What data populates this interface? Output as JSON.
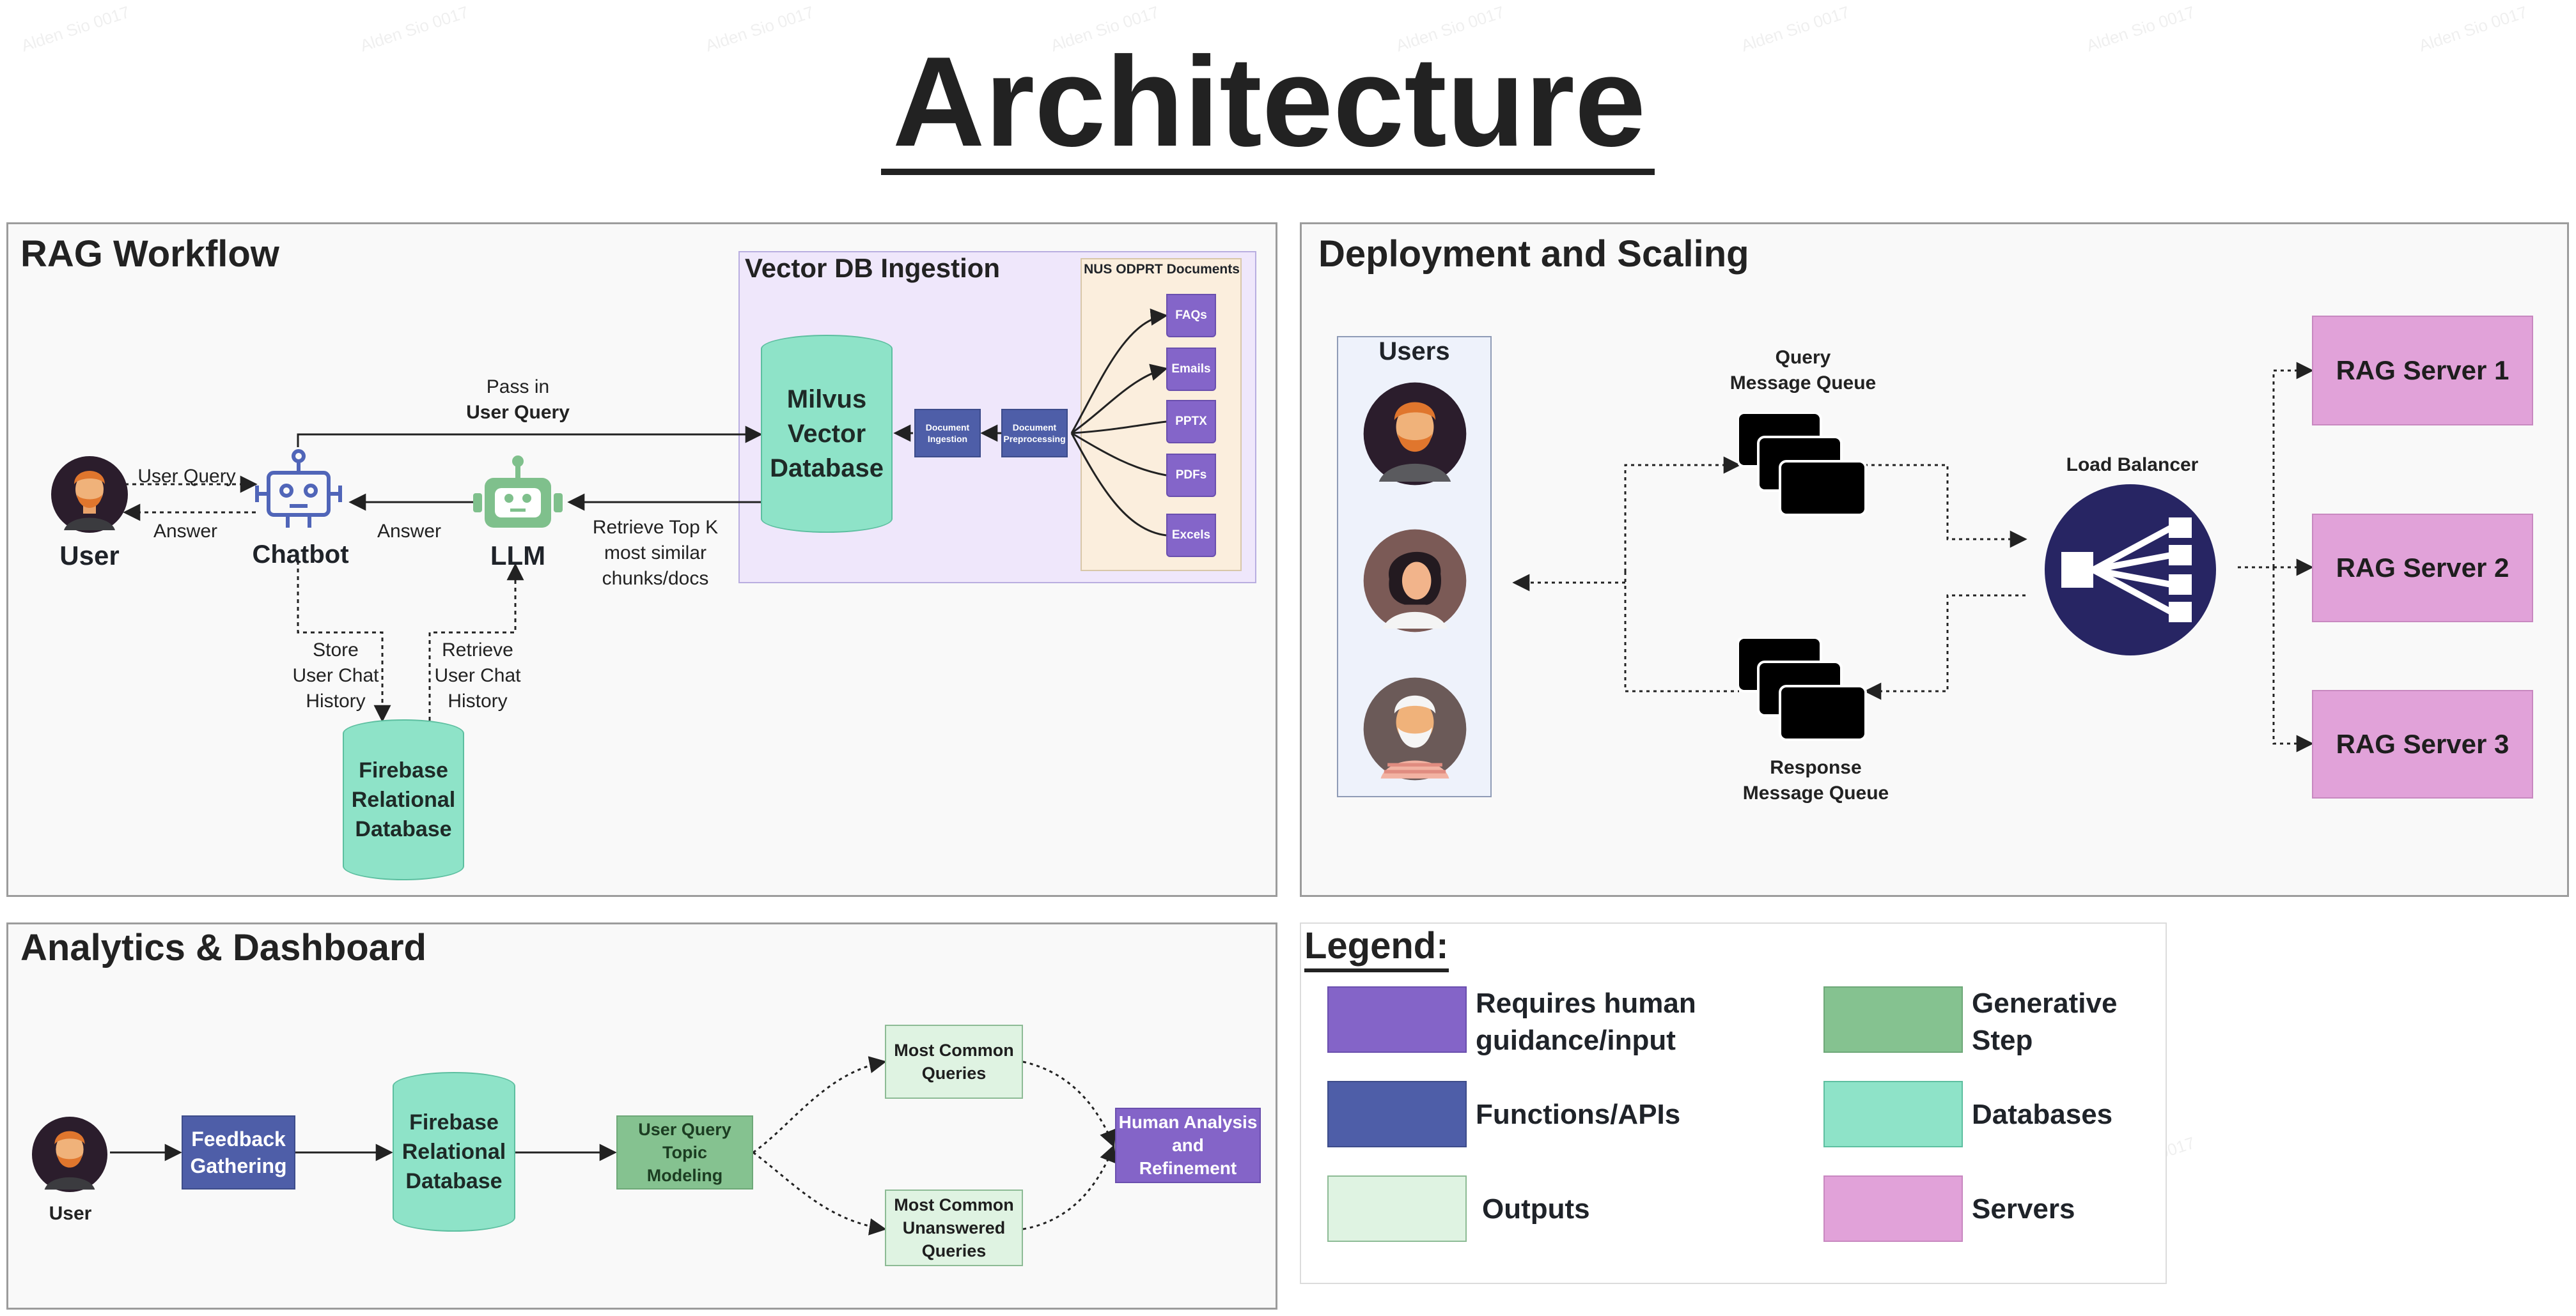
{
  "title": "Architecture",
  "watermark": "Alden Sio 0017",
  "rag": {
    "title": "RAG Workflow",
    "user_label": "User",
    "chatbot_label": "Chatbot",
    "llm_label": "LLM",
    "edge_user_query": "User Query",
    "edge_answer_user": "Answer",
    "edge_answer_llm": "Answer",
    "pass_in": "Pass in",
    "pass_in_query": "User Query",
    "retrieve_topk": [
      "Retrieve Top K",
      "most similar",
      "chunks/docs"
    ],
    "store_history": [
      "Store",
      "User Chat",
      "History"
    ],
    "retrieve_history": [
      "Retrieve",
      "User Chat",
      "History"
    ],
    "firebase": [
      "Firebase",
      "Relational",
      "Database"
    ],
    "ingestion": {
      "title": "Vector DB Ingestion",
      "milvus": [
        "Milvus",
        "Vector",
        "Database"
      ],
      "doc_ingestion": [
        "Document",
        "Ingestion"
      ],
      "doc_preprocessing": [
        "Document",
        "Preprocessing"
      ],
      "docs_title": "NUS ODPRT Documents",
      "docs": [
        "FAQs",
        "Emails",
        "PPTX",
        "PDFs",
        "Excels"
      ]
    }
  },
  "deploy": {
    "title": "Deployment and Scaling",
    "users_label": "Users",
    "query_queue": [
      "Query",
      "Message Queue"
    ],
    "response_queue": [
      "Response",
      "Message Queue"
    ],
    "load_balancer": "Load Balancer",
    "servers": [
      "RAG Server 1",
      "RAG Server 2",
      "RAG Server 3"
    ]
  },
  "analytics": {
    "title": "Analytics & Dashboard",
    "user_label": "User",
    "feedback": [
      "Feedback",
      "Gathering"
    ],
    "firebase": [
      "Firebase",
      "Relational",
      "Database"
    ],
    "topic_modeling": [
      "User Query",
      "Topic",
      "Modeling"
    ],
    "common_queries": [
      "Most Common",
      "Queries"
    ],
    "common_unanswered": [
      "Most Common",
      "Unanswered",
      "Queries"
    ],
    "human_analysis": [
      "Human Analysis",
      "and",
      "Refinement"
    ]
  },
  "legend": {
    "title": "Legend:",
    "items": [
      {
        "label": "Requires human guidance/input",
        "color": "#8464c8"
      },
      {
        "label": "Generative Step",
        "color": "#85c290"
      },
      {
        "label": "Functions/APIs",
        "color": "#4e5ea8"
      },
      {
        "label": "Databases",
        "color": "#8ee3c8"
      },
      {
        "label": "Outputs",
        "color": "#dff3e2"
      },
      {
        "label": "Servers",
        "color": "#e1a2d9"
      }
    ]
  }
}
